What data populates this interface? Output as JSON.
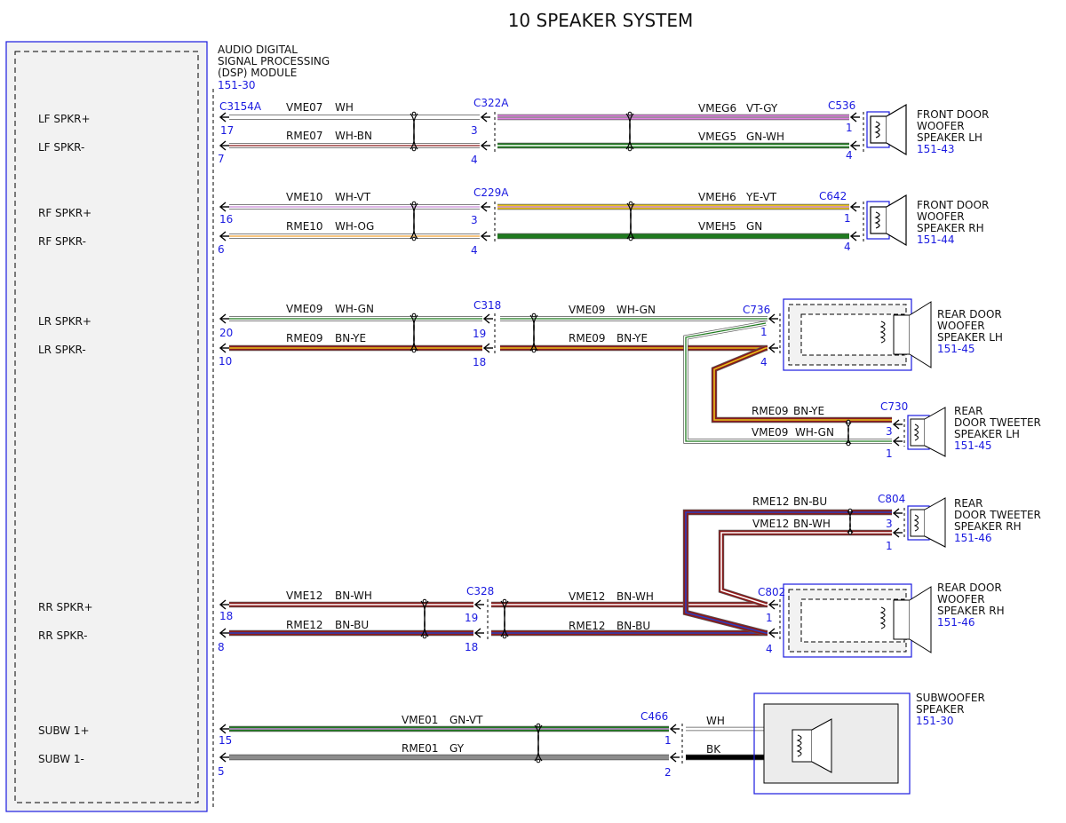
{
  "title": "10 SPEAKER SYSTEM",
  "module": {
    "name_lines": [
      "AUDIO DIGITAL",
      "SIGNAL PROCESSING",
      "(DSP) MODULE"
    ],
    "ref": "151-30",
    "connector": "C3154A",
    "pins": [
      {
        "label": "LF SPKR+",
        "pin": "17"
      },
      {
        "label": "LF SPKR-",
        "pin": "7"
      },
      {
        "label": "RF SPKR+",
        "pin": "16"
      },
      {
        "label": "RF SPKR-",
        "pin": "6"
      },
      {
        "label": "LR SPKR+",
        "pin": "20"
      },
      {
        "label": "LR SPKR-",
        "pin": "10"
      },
      {
        "label": "RR SPKR+",
        "pin": "18"
      },
      {
        "label": "RR SPKR-",
        "pin": "8"
      },
      {
        "label": "SUBW 1+",
        "pin": "15"
      },
      {
        "label": "SUBW 1-",
        "pin": "5"
      }
    ]
  },
  "wires": {
    "lf_pos": {
      "circuit": "VME07",
      "color": "WH"
    },
    "lf_neg": {
      "circuit": "RME07",
      "color": "WH-BN"
    },
    "rf_pos": {
      "circuit": "VME10",
      "color": "WH-VT"
    },
    "rf_neg": {
      "circuit": "RME10",
      "color": "WH-OG"
    },
    "lr_pos": {
      "circuit": "VME09",
      "color": "WH-GN"
    },
    "lr_neg": {
      "circuit": "RME09",
      "color": "BN-YE"
    },
    "lr_pos_b": {
      "circuit": "VME09",
      "color": "WH-GN"
    },
    "lr_neg_b": {
      "circuit": "RME09",
      "color": "BN-YE"
    },
    "lr_tw_neg": {
      "circuit": "RME09",
      "color": "BN-YE"
    },
    "lr_tw_pos": {
      "circuit": "VME09",
      "color": "WH-GN"
    },
    "lf_pos_b": {
      "circuit": "VMEG6",
      "color": "VT-GY"
    },
    "lf_neg_b": {
      "circuit": "VMEG5",
      "color": "GN-WH"
    },
    "rf_pos_b": {
      "circuit": "VMEH6",
      "color": "YE-VT"
    },
    "rf_neg_b": {
      "circuit": "VMEH5",
      "color": "GN"
    },
    "rr_pos": {
      "circuit": "VME12",
      "color": "BN-WH"
    },
    "rr_neg": {
      "circuit": "RME12",
      "color": "BN-BU"
    },
    "rr_pos_b": {
      "circuit": "VME12",
      "color": "BN-WH"
    },
    "rr_neg_b": {
      "circuit": "RME12",
      "color": "BN-BU"
    },
    "rr_tw_neg": {
      "circuit": "RME12",
      "color": "BN-BU"
    },
    "rr_tw_pos": {
      "circuit": "VME12",
      "color": "BN-WH"
    },
    "sub_pos": {
      "circuit": "VME01",
      "color": "GN-VT"
    },
    "sub_neg": {
      "circuit": "RME01",
      "color": "GY"
    },
    "sub_int_pos": {
      "color": "WH"
    },
    "sub_int_neg": {
      "color": "BK"
    }
  },
  "connectors": {
    "c322a": {
      "name": "C322A",
      "pins": [
        "3",
        "4"
      ]
    },
    "c536": {
      "name": "C536",
      "pins": [
        "1",
        "4"
      ]
    },
    "c229a": {
      "name": "C229A",
      "pins": [
        "3",
        "4"
      ]
    },
    "c642": {
      "name": "C642",
      "pins": [
        "1",
        "4"
      ]
    },
    "c318": {
      "name": "C318",
      "pins": [
        "19",
        "18"
      ]
    },
    "c736": {
      "name": "C736",
      "pins": [
        "1",
        "4"
      ]
    },
    "c730": {
      "name": "C730",
      "pins": [
        "3",
        "1"
      ]
    },
    "c804": {
      "name": "C804",
      "pins": [
        "3",
        "1"
      ]
    },
    "c328": {
      "name": "C328",
      "pins": [
        "19",
        "18"
      ]
    },
    "c802": {
      "name": "C802",
      "pins": [
        "1",
        "4"
      ]
    },
    "c466": {
      "name": "C466",
      "pins": [
        "1",
        "2"
      ]
    }
  },
  "speakers": {
    "front_lh": {
      "lines": [
        "FRONT DOOR",
        "WOOFER",
        "SPEAKER LH"
      ],
      "ref": "151-43"
    },
    "front_rh": {
      "lines": [
        "FRONT DOOR",
        "WOOFER",
        "SPEAKER RH"
      ],
      "ref": "151-44"
    },
    "rear_lh_woofer": {
      "lines": [
        "REAR DOOR",
        "WOOFER",
        "SPEAKER LH"
      ],
      "ref": "151-45"
    },
    "rear_lh_tweeter": {
      "lines": [
        "REAR",
        "DOOR TWEETER",
        "SPEAKER LH"
      ],
      "ref": "151-45"
    },
    "rear_rh_tweeter": {
      "lines": [
        "REAR",
        "DOOR TWEETER",
        "SPEAKER RH"
      ],
      "ref": "151-46"
    },
    "rear_rh_woofer": {
      "lines": [
        "REAR DOOR",
        "WOOFER",
        "SPEAKER RH"
      ],
      "ref": "151-46"
    },
    "subwoofer": {
      "lines": [
        "SUBWOOFER",
        "SPEAKER"
      ],
      "ref": "151-30"
    }
  },
  "palette": {
    "WH": "#ffffff",
    "BN": "#8b1a1a",
    "VT": "#c98bd9",
    "GY": "#8c8c8c",
    "GN": "#1f7a1f",
    "YE": "#e8c21a",
    "OG": "#f0a030",
    "BU": "#2b3fbf",
    "BK": "#000000",
    "VT_BRIGHT": "#e080e0",
    "label_blue": "#1a1ae0",
    "outline_blue": "#1a1ae0"
  }
}
